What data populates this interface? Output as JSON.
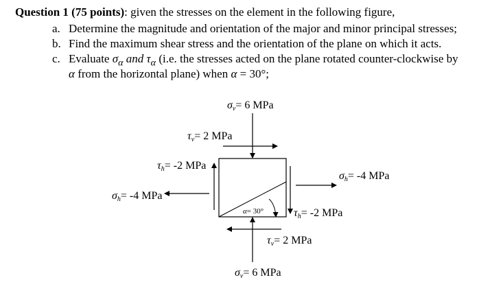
{
  "question": {
    "title": "Question 1 (75 points)",
    "intro": ": given the stresses on the element in the following figure,",
    "items": [
      {
        "label": "a.",
        "text": "Determine the magnitude and orientation of the major and minor principal stresses;"
      },
      {
        "label": "b.",
        "text": "Find the maximum shear stress and the orientation of the plane on which it acts."
      },
      {
        "label": "c.",
        "text_pre": "Evaluate ",
        "sigma_sym": "σ",
        "sub_a1": "α",
        "and_word": " and ",
        "tau_sym": "τ",
        "sub_a2": "α",
        "text_post": " (i.e. the stresses acted on the plane rotated counter-clockwise by"
      },
      {
        "label": "",
        "cont_sym": "α",
        "cont_text": " from the horizontal plane) when ",
        "cond_sym": "α",
        "cond_text": " = 30°;"
      }
    ]
  },
  "figure": {
    "sigma_v_top": {
      "sym": "σ",
      "sub": "v",
      "value": "= 6 MPa"
    },
    "tau_v_top": {
      "sym": "τ",
      "sub": "v",
      "value": "= 2 MPa"
    },
    "tau_h_left": {
      "sym": "τ",
      "sub": "h",
      "value": "= -2 MPa"
    },
    "sigma_h_right": {
      "sym": "σ",
      "sub": "h",
      "value": "= -4 MPa"
    },
    "sigma_h_left": {
      "sym": "σ",
      "sub": "h",
      "value": "= -4 MPa"
    },
    "alpha_label": {
      "sym": "α",
      "value": "= 30°"
    },
    "tau_h_right": {
      "sym": "τ",
      "sub": "h",
      "value": "= -2 MPa"
    },
    "tau_v_bottom": {
      "sym": "τ",
      "sub": "v",
      "value": "= 2 MPa"
    },
    "sigma_v_bottom": {
      "sym": "σ",
      "sub": "v",
      "value": "= 6 MPa"
    }
  }
}
